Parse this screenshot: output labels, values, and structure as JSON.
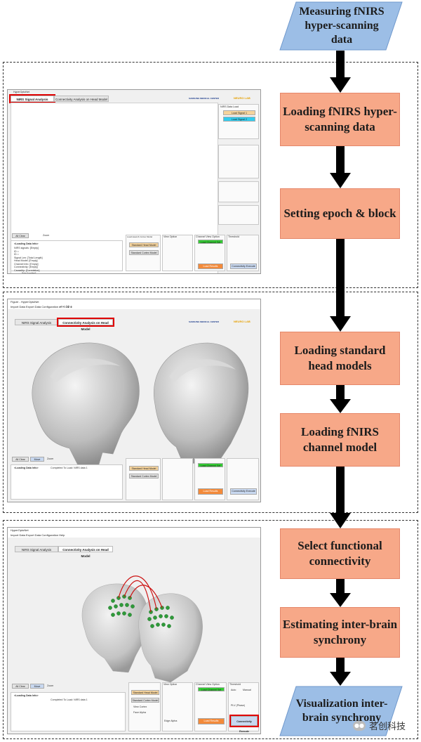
{
  "steps": [
    {
      "label": "Measuring fNIRS hyper-scanning data"
    },
    {
      "label": "Loading fNIRS hyper-scanning data"
    },
    {
      "label": "Setting epoch & block"
    },
    {
      "label": "Loading standard head models"
    },
    {
      "label": "Loading fNIRS channel model"
    },
    {
      "label": "Select functional connectivity"
    },
    {
      "label": "Estimating inter-brain synchrony"
    },
    {
      "label": "Visualization inter-brain synchrony"
    }
  ],
  "app": {
    "title": "HyperOptoNet",
    "figure_title": "Figure - HyperOptoNet",
    "menu1": "Import Data  Export Data  Configuration  ⨳⨴⨵  ⨶⨷  ⨸",
    "menu2": "Import Data   Export Data   Configuration   Help",
    "tab1": "NIRS Signal Analysis",
    "tab2": "Connectivity Analysis on Head Model",
    "logo1": "SAMSUNG MEDICAL CENTER",
    "logo2": "NEURO LAB",
    "btn_load_signal1": "Load Signal 1",
    "btn_load_signal2": "Load Signal 2",
    "btn_std_head": "Standard Head Model",
    "btn_std_cortex": "Standard Cortex Model",
    "btn_load_channel": "Load Channel Set",
    "btn_load_results": "Load Results",
    "btn_conn_execute": "Connectivity Execute",
    "btn_all_clear": "All Clear",
    "btn_move": "Move",
    "zoom": "Zoom",
    "loading_info": "<Loading Data Info>",
    "info_lines": "NIRS signals: [Empty]\nID =\nID =\nSignal Len: [Total Length]\nHead Model: [Empty]\nChannel Info: [Empty]\nConnectivity: [Empty]\nCausality: [Correlation]\n           [Not Applied]",
    "head_panel": "Load Head & Cortex Model",
    "view_option": "View Option",
    "channel_view": "Channel View Option",
    "threshold": "Threshold",
    "auto": "Auto",
    "manual": "Manual",
    "face_alpha": "Face Alpha",
    "edge_alpha": "Edge Alpha",
    "view_cortex": "View Cortex",
    "load_list": "NIRS Data Load",
    "completed": "Completed To Load: NIRS data 1",
    "plv": "PLV (Phase)"
  }
}
